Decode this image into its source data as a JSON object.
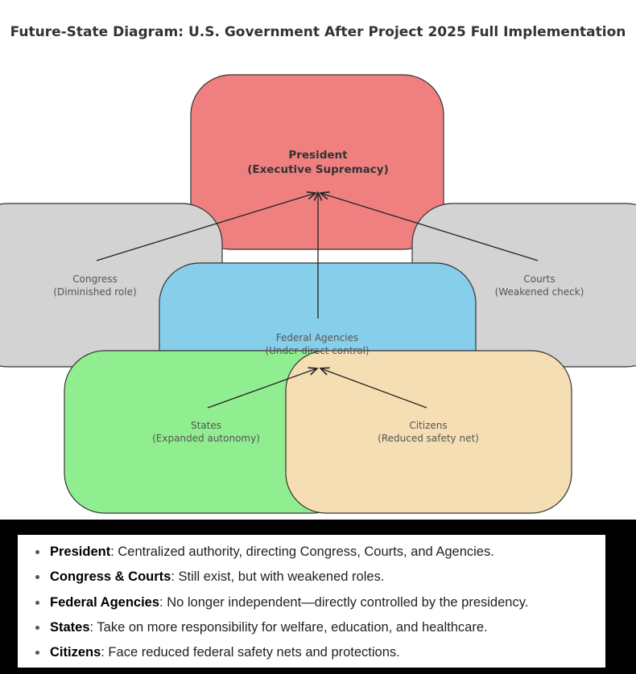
{
  "diagram": {
    "title": "Future-State Diagram: U.S. Government After Project 2025 Full Implementation",
    "nodes": [
      {
        "id": "president",
        "title": "President",
        "subtitle": "(Executive Supremacy)",
        "color": "#f08080",
        "bold": true
      },
      {
        "id": "congress",
        "title": "Congress",
        "subtitle": "(Diminished role)",
        "color": "#d3d3d3"
      },
      {
        "id": "courts",
        "title": "Courts",
        "subtitle": "(Weakened check)",
        "color": "#d3d3d3"
      },
      {
        "id": "agencies",
        "title": "Federal Agencies",
        "subtitle": "(Under direct control)",
        "color": "#87ceeb"
      },
      {
        "id": "states",
        "title": "States",
        "subtitle": "(Expanded autonomy)",
        "color": "#90ee90"
      },
      {
        "id": "citizens",
        "title": "Citizens",
        "subtitle": "(Reduced safety net)",
        "color": "#f5deb3"
      }
    ],
    "edges": [
      {
        "from": "congress",
        "to": "president"
      },
      {
        "from": "agencies",
        "to": "president"
      },
      {
        "from": "courts",
        "to": "president"
      },
      {
        "from": "states",
        "to": "agencies"
      },
      {
        "from": "citizens",
        "to": "agencies"
      }
    ]
  },
  "legend": [
    {
      "term": "President",
      "text": ": Centralized authority, directing Congress, Courts, and Agencies."
    },
    {
      "term": "Congress & Courts",
      "text": ": Still exist, but with weakened roles."
    },
    {
      "term": "Federal Agencies",
      "text": ": No longer independent—directly controlled by the presidency."
    },
    {
      "term": "States",
      "text": ": Take on more responsibility for welfare, education, and healthcare."
    },
    {
      "term": "Citizens",
      "text": ": Face reduced federal safety nets and protections."
    }
  ]
}
